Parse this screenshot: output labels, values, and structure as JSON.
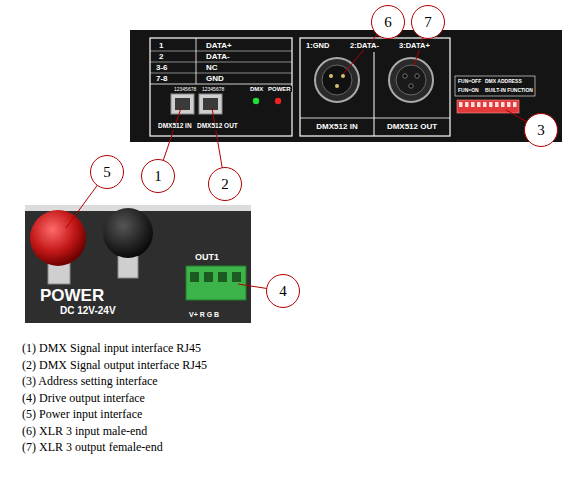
{
  "diagram": {
    "nodes": [
      {
        "text": [
          "6"
        ]
      },
      {
        "text": [
          "7"
        ]
      },
      {
        "text": [
          "3"
        ]
      },
      {
        "text": [
          "5"
        ]
      },
      {
        "text": [
          "1"
        ]
      },
      {
        "text": [
          "2"
        ]
      },
      {
        "text": [
          "4"
        ]
      }
    ],
    "labels": [
      "1",
      "DATA+",
      "2",
      "DATA-",
      "3-6",
      "NC",
      "7-8",
      "GND",
      "12345678",
      "12345678",
      "DMX512 IN",
      "DMX512 OUT",
      "DMX",
      "POWER",
      "1:GND",
      "2:DATA-",
      "3:DATA+",
      "DMX512 IN",
      "DMX512 OUT",
      "FUN=OFF",
      "DMX ADDRESS",
      "FUN=ON",
      "BUILT-IN FUNCTION",
      "POWER",
      "DC 12V-24V",
      "OUT1",
      "V+ R G B",
      "(1) DMX Signal input interface RJ45",
      "(2) DMX Signal output interface RJ45",
      "(3) Address setting interface",
      "(4) Drive output interface",
      "(5) Power input interface",
      "(6) XLR 3 input male-end",
      "(7) XLR 3 output female-end"
    ]
  }
}
